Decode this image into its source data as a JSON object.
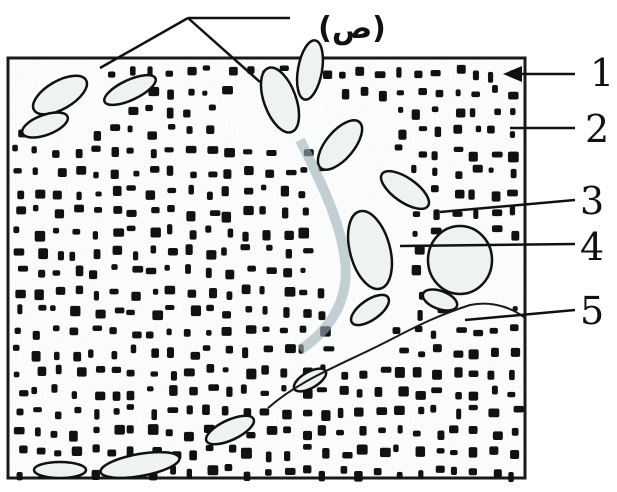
{
  "figure": {
    "top_label": "(ص)",
    "callouts": [
      {
        "number": "1"
      },
      {
        "number": "2"
      },
      {
        "number": "3"
      },
      {
        "number": "4"
      },
      {
        "number": "5"
      }
    ]
  }
}
